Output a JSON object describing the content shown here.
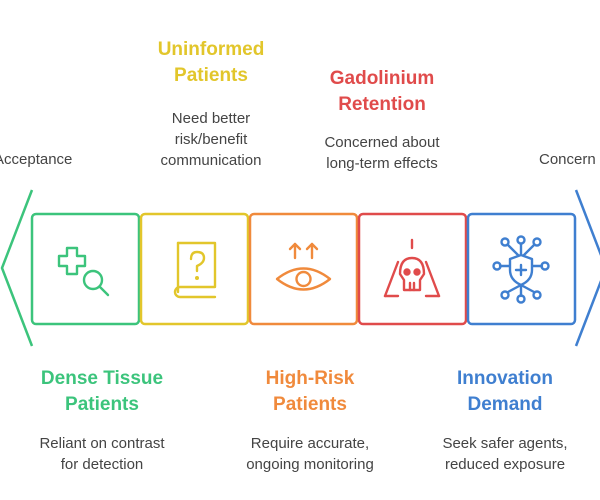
{
  "arrow": {
    "left_label": "Acceptance",
    "right_label": "Concern",
    "left_color": "#3cc47c",
    "right_color": "#3f7fd0"
  },
  "segments": [
    {
      "key": "dense-tissue",
      "title_lines": [
        "Dense Tissue",
        "Patients"
      ],
      "desc_lines": [
        "Reliant on contrast",
        "for detection"
      ],
      "color": "#3cc47c",
      "icon": "medical-search-icon",
      "label_position": "below"
    },
    {
      "key": "uninformed",
      "title_lines": [
        "Uninformed",
        "Patients"
      ],
      "desc_lines": [
        "Need better",
        "risk/benefit",
        "communication"
      ],
      "color": "#e2c62b",
      "icon": "question-book-icon",
      "label_position": "above"
    },
    {
      "key": "high-risk",
      "title_lines": [
        "High-Risk",
        "Patients"
      ],
      "desc_lines": [
        "Require accurate,",
        "ongoing monitoring"
      ],
      "color": "#f08a3c",
      "icon": "eye-monitoring-icon",
      "label_position": "below"
    },
    {
      "key": "gadolinium",
      "title_lines": [
        "Gadolinium",
        "Retention"
      ],
      "desc_lines": [
        "Concerned about",
        "long-term effects"
      ],
      "color": "#e04b4b",
      "icon": "toxic-skull-icon",
      "label_position": "above"
    },
    {
      "key": "innovation",
      "title_lines": [
        "Innovation",
        "Demand"
      ],
      "desc_lines": [
        "Seek safer agents,",
        "reduced exposure"
      ],
      "color": "#3f7fd0",
      "icon": "shield-network-icon",
      "label_position": "below"
    }
  ]
}
